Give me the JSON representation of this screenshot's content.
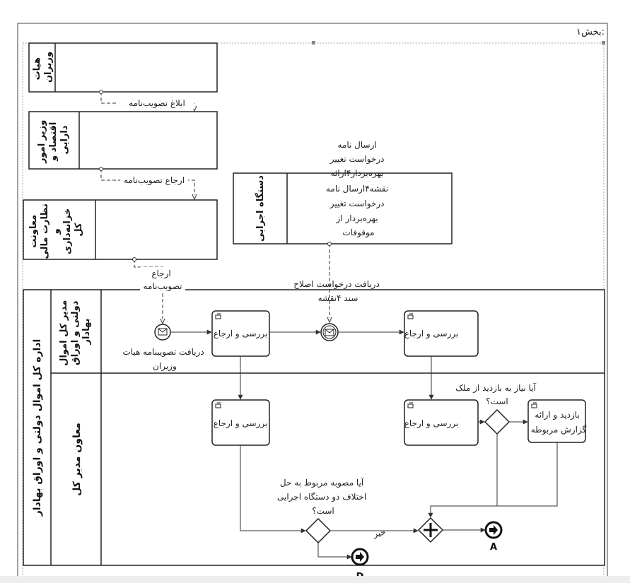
{
  "section_label": "بخش۱:",
  "pools": [
    {
      "id": "cabinet",
      "label_lines": [
        "هیات",
        "وزیران"
      ]
    },
    {
      "id": "economy",
      "label_lines": [
        "وزیر امور",
        "اقتصاد و",
        "دارایی"
      ]
    },
    {
      "id": "treasury",
      "label_lines": [
        "معاونت",
        "نظارت مالی",
        "و",
        "خزانه‌داری",
        "کل"
      ]
    },
    {
      "id": "executive",
      "label": "دستگاه اجرایی"
    }
  ],
  "main_pool": {
    "label": "اداره کل اموال دولتی و اوراق بهادار",
    "lanes": [
      {
        "id": "director",
        "label_lines": [
          "مدیر کل اموال",
          "دولتی و اوراق",
          "بهادار"
        ]
      },
      {
        "id": "deputy",
        "label": "معاون مدیر کل"
      }
    ]
  },
  "message_flows": {
    "announce": "ابلاغ تصویب‌نامه",
    "refer": "ارجاع تصویب‌نامه",
    "refer2_lines": [
      "ارجاع",
      "تصویب‌نامه"
    ],
    "exec_request_lines": [
      "ارسال نامه",
      "درخواست تغییر",
      "بهره‌بردار۴ارائه",
      "نقشه۴ارسال نامه",
      "درخواست تغییر",
      "بهره‌بردار از",
      "موقوفات"
    ],
    "receive_fix_lines": [
      "دریافت درخواست اصلاح",
      "سند ۴نقشه"
    ]
  },
  "events": {
    "start_label_lines": [
      "دریافت تصویبنامه هیات",
      "وزیران"
    ],
    "end_a": "A",
    "end_d": "D"
  },
  "tasks": {
    "t1": "بررسی و ارجاع",
    "t2": "بررسی و ارجاع",
    "t3": "بررسی و ارجاع",
    "t4": "بررسی و ارجاع",
    "t5_lines": [
      "بازدید و ارائه",
      "گزارش مربوطه"
    ]
  },
  "gateways": {
    "g1_lines": [
      "آیا نیاز به بازدید از ملک",
      "است؟"
    ],
    "g2_lines": [
      "آیا مصوبه مربوط به حل",
      "اختلاف دو دستگاه اجرایی",
      "است؟"
    ],
    "no_label": "خیر"
  }
}
